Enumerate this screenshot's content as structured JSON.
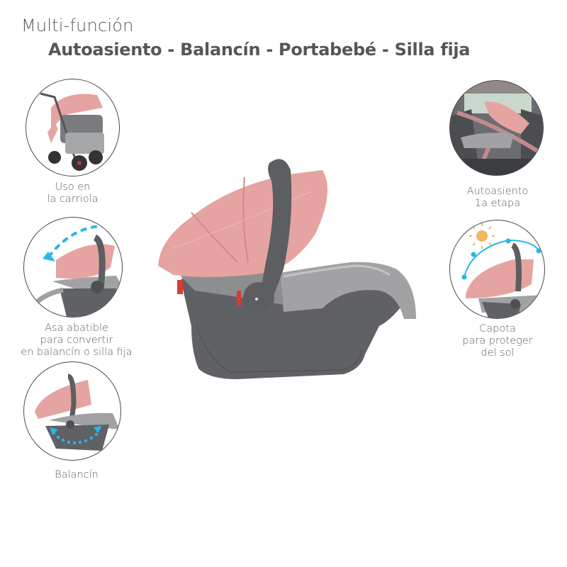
{
  "header": {
    "title": "Multi-función",
    "subtitle": "Autoasiento - Balancín - Portabebé - Silla fija"
  },
  "features": [
    {
      "id": "stroller",
      "caption_lines": [
        "Uso en",
        "la carriola"
      ],
      "icon": "stroller-image"
    },
    {
      "id": "handle",
      "caption_lines": [
        "Asa abatible",
        "para convertir",
        "en balancín o silla fija"
      ],
      "icon": "folding-handle-arrow-icon"
    },
    {
      "id": "rocker",
      "caption_lines": [
        "Balancín"
      ],
      "icon": "rocking-arrows-icon"
    },
    {
      "id": "car-seat",
      "caption_lines": [
        "Autoasiento",
        "1a etapa"
      ],
      "icon": "car-interior-image"
    },
    {
      "id": "canopy",
      "caption_lines": [
        "Capota",
        "para proteger",
        "del sol"
      ],
      "icon": "sun-icon"
    }
  ],
  "colors": {
    "canopy_pink": "#e5a3a2",
    "shell_grey": "#5f6165",
    "padding_grey": "#9c9c9e",
    "arrow_blue": "#29b6e8",
    "sun_orange": "#f6b65a",
    "text_grey": "#5a5a5c"
  }
}
